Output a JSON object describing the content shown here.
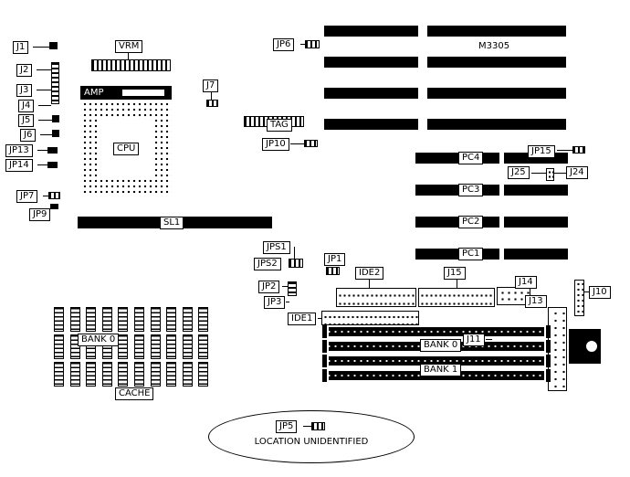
{
  "labels": {
    "j1": "J1",
    "j2": "J2",
    "j3": "J3",
    "j4": "J4",
    "j5": "J5",
    "j6": "J6",
    "jp13": "JP13",
    "jp14": "JP14",
    "jp7": "JP7",
    "jp9": "JP9",
    "vrm": "VRM",
    "amp": "AMP",
    "cpu": "CPU",
    "j7": "J7",
    "jp6": "JP6",
    "tag": "TAG",
    "jp10": "JP10",
    "m3305": "M3305",
    "jp15": "JP15",
    "j25": "J25",
    "j24": "J24",
    "pc4": "PC4",
    "pc3": "PC3",
    "pc2": "PC2",
    "pc1": "PC1",
    "sl1": "SL1",
    "jps1": "JPS1",
    "jps2": "JPS2",
    "jp1": "JP1",
    "jp2": "JP2",
    "jp3": "JP3",
    "ide2": "IDE2",
    "j15": "J15",
    "j14": "J14",
    "j13": "J13",
    "j10": "J10",
    "ide1": "IDE1",
    "cache_bank0": "BANK 0",
    "cache": "CACHE",
    "simm_bank0": "BANK 0",
    "j11": "J11",
    "simm_bank1": "BANK 1",
    "jp5": "JP5",
    "location_note": "LOCATION UNIDENTIFIED"
  },
  "colors": {
    "ink": "#000000",
    "background": "#ffffff"
  }
}
